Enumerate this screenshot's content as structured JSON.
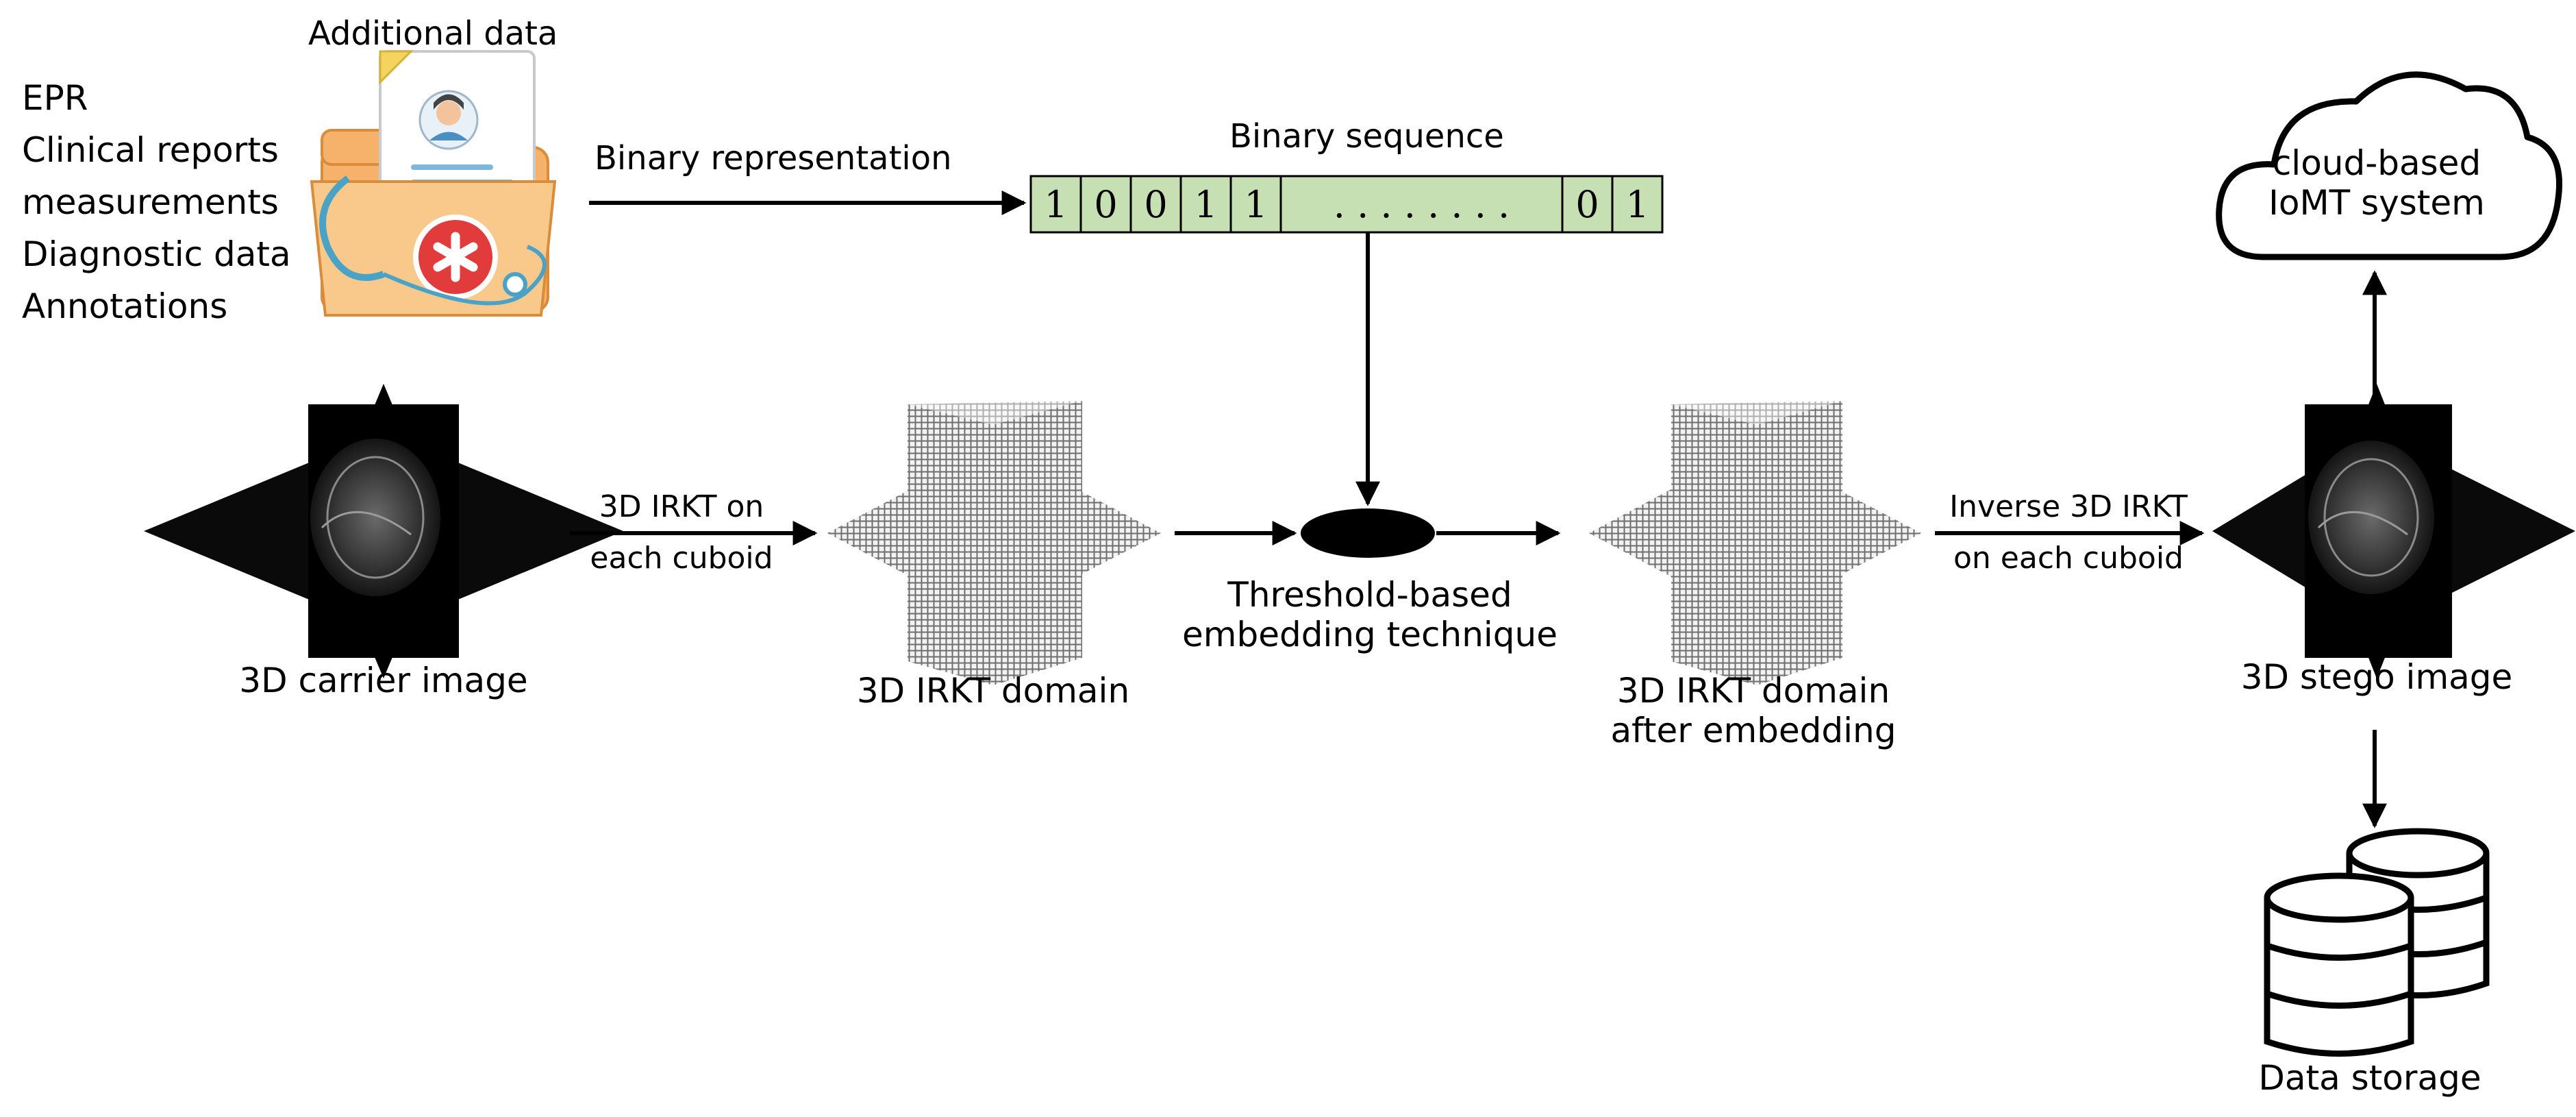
{
  "additional_data": {
    "title": "Additional data",
    "items": [
      "EPR",
      "Clinical reports",
      "measurements",
      "Diagnostic data",
      "Annotations"
    ]
  },
  "binary": {
    "representation_label": "Binary representation",
    "sequence_label": "Binary sequence",
    "bits": [
      "1",
      "0",
      "0",
      "1",
      "1",
      ". . . . . . . .",
      "0",
      "1"
    ]
  },
  "flow": {
    "carrier_label": "3D carrier image",
    "irkt_arrow_label": [
      "3D IRKT on",
      "each cuboid"
    ],
    "irkt_domain_label": "3D IRKT domain",
    "embedding_label": [
      "Threshold-based",
      "embedding technique"
    ],
    "irkt_after_label": [
      "3D IRKT domain",
      "after embedding"
    ],
    "inverse_arrow_label": [
      "Inverse 3D IRKT",
      "on each cuboid"
    ],
    "stego_label": "3D stego image"
  },
  "cloud": {
    "label": [
      "cloud-based",
      "IoMT system"
    ]
  },
  "storage": {
    "label": "Data storage"
  }
}
